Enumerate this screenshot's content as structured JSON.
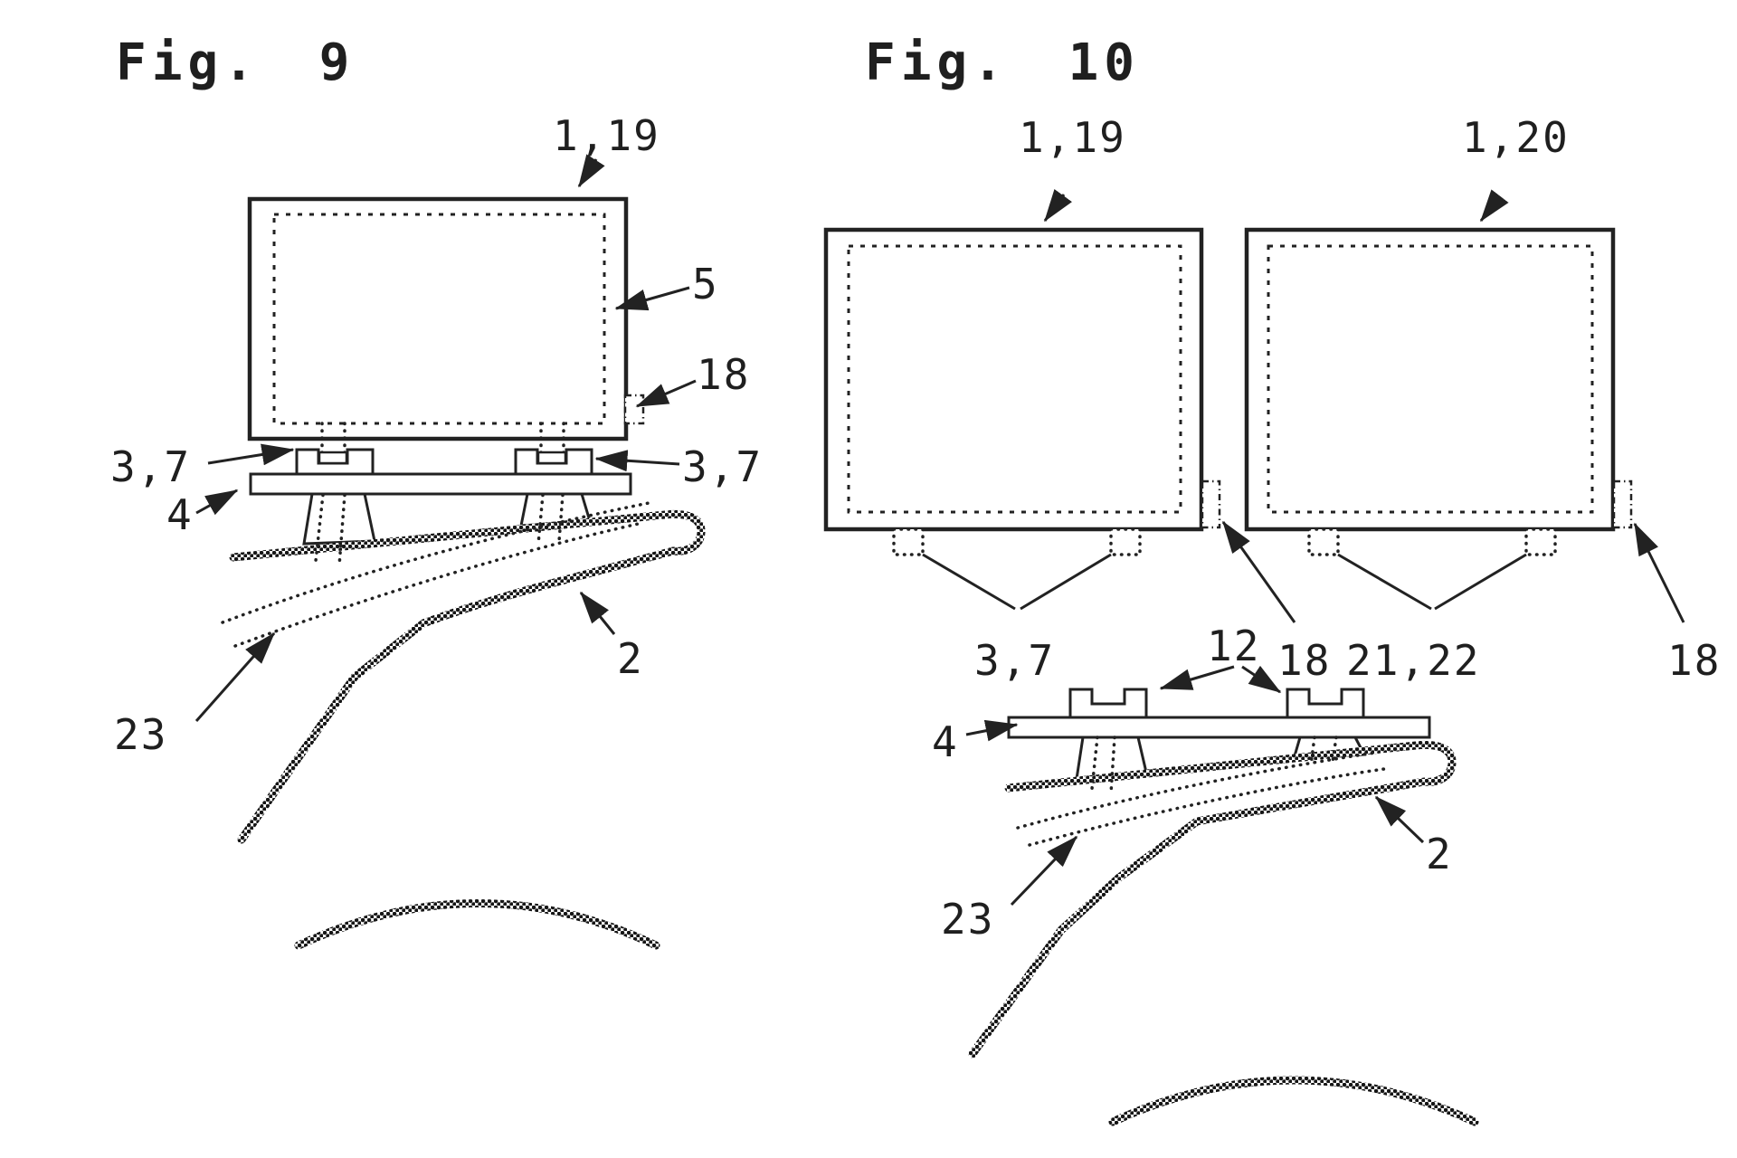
{
  "page": {
    "background": "#ffffff",
    "ink": "#1f1f1f"
  },
  "figure9": {
    "title": "Fig. 9",
    "labels": {
      "display_unit": "1,19",
      "screen": "5",
      "connector": "18",
      "mount_left": "3,7",
      "mount_right": "3,7",
      "rail": "4",
      "guide": "23",
      "headrest": "2"
    }
  },
  "figure10": {
    "title": "Fig. 10",
    "labels": {
      "display_left": "1,19",
      "display_right": "1,20",
      "mount": "3,7",
      "connector_left": "18",
      "mount_pair": "21,22",
      "connector_right": "18",
      "clips": "12",
      "rail": "4",
      "guide": "23",
      "headrest": "2"
    }
  }
}
